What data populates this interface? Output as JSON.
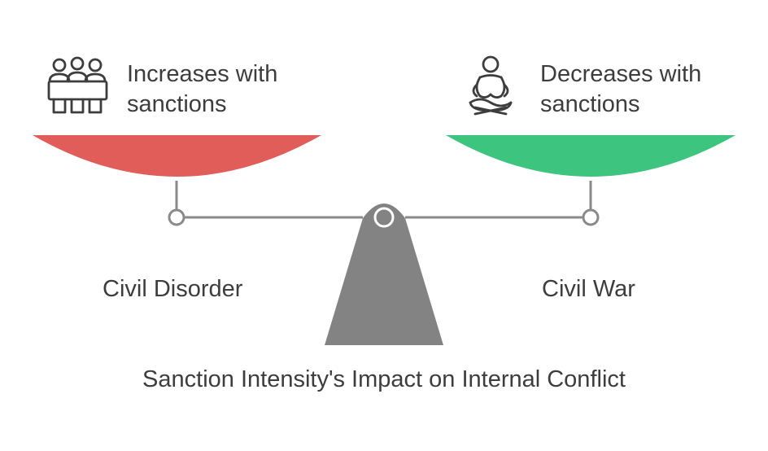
{
  "left": {
    "text": "Increases with sanctions",
    "label": "Civil Disorder",
    "icon": "crowd-icon",
    "color": "#e05d5a"
  },
  "right": {
    "text": "Decreases with sanctions",
    "label": "Civil War",
    "icon": "meditation-icon",
    "color": "#3dc47e"
  },
  "caption": "Sanction Intensity's Impact on Internal Conflict",
  "colors": {
    "beam": "#8a8a8a",
    "fulcrum": "#838383",
    "text": "#3d3d3d"
  }
}
